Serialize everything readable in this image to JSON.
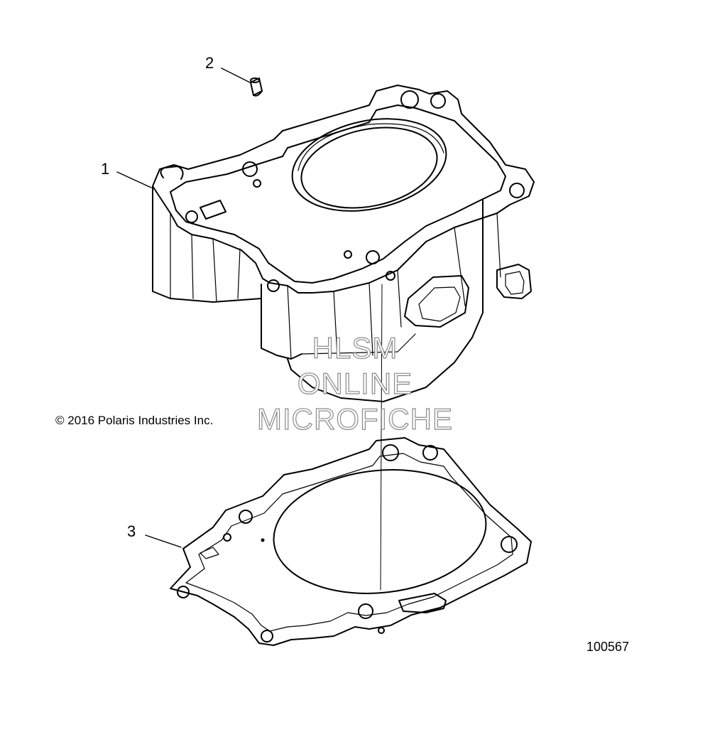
{
  "callouts": {
    "one": "1",
    "two": "2",
    "three": "3"
  },
  "copyright": "© 2016 Polaris Industries Inc.",
  "figure_number": "100567",
  "watermark": {
    "line1": "HLSM",
    "line2": "ONLINE",
    "line3": "MICROFICHE"
  },
  "parts": [
    {
      "callout": "1",
      "icon": "engine-cylinder-icon"
    },
    {
      "callout": "2",
      "icon": "dowel-pin-icon"
    },
    {
      "callout": "3",
      "icon": "cylinder-base-gasket-icon"
    }
  ]
}
